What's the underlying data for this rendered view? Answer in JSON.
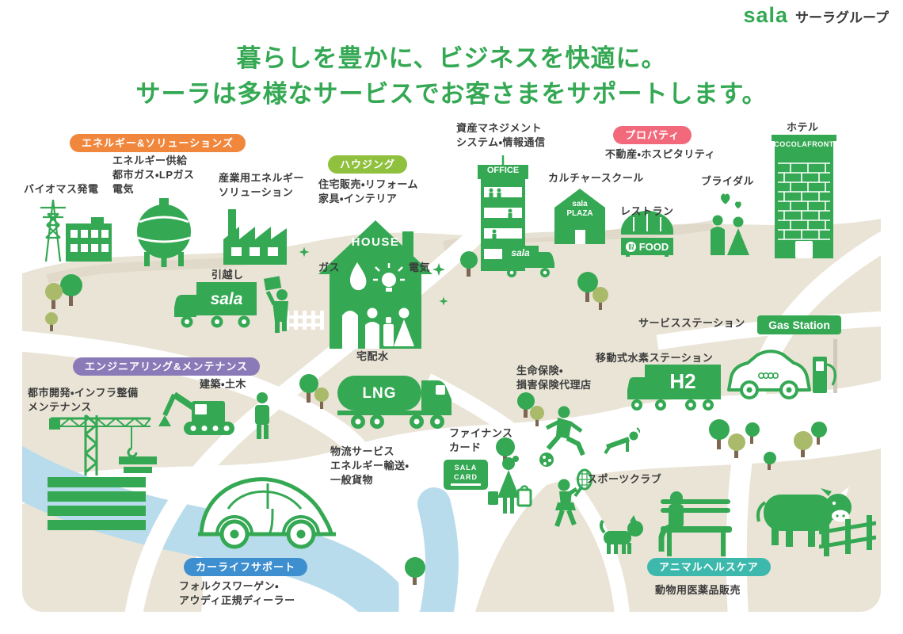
{
  "logo": {
    "brand": "sala",
    "group": "サーラグループ"
  },
  "title": {
    "line1": "暮らしを豊かに、ビジネスを快適に。",
    "line2": "サーラは多様なサービスでお客さまをサポートします。"
  },
  "badges": [
    {
      "id": "energy",
      "label": "エネルギー&ソリューションズ",
      "color": "#f0873c"
    },
    {
      "id": "housing",
      "label": "ハウジング",
      "color": "#8fc13e"
    },
    {
      "id": "property",
      "label": "プロパティ",
      "color": "#f2697c"
    },
    {
      "id": "engineering",
      "label": "エンジニアリング&メンテナンス",
      "color": "#8a7ab8"
    },
    {
      "id": "carlife",
      "label": "カーライフサポート",
      "color": "#3e8fd0"
    },
    {
      "id": "animal",
      "label": "アニマルヘルスケア",
      "color": "#3cb9ac"
    }
  ],
  "labels": {
    "biomass": "バイオマス発電",
    "energy_supply": "エネルギー供給\n都市ガス・LPガス\n電気",
    "industrial_energy": "産業用エネルギー\nソリューション",
    "housing_services": "住宅販売・リフォーム\n家具・インテリア",
    "asset_management": "資産マネジメント\nシステム・情報通信",
    "property_services": "不動産・ホスピタリティ",
    "culture_school": "カルチャースクール",
    "bridal": "ブライダル",
    "hotel": "ホテル",
    "restaurant": "レストラン",
    "moving": "引越し",
    "gas": "ガス",
    "electricity": "電気",
    "water_delivery": "宅配水",
    "service_station": "サービスステーション",
    "hydrogen_station": "移動式水素ステーション",
    "insurance": "生命保険・\n損害保険代理店",
    "urban_development": "都市開発・インフラ整備\nメンテナンス",
    "construction": "建築・土木",
    "logistics": "物流サービス\nエネルギー輸送・\n一般貨物",
    "finance_card": "ファイナンス\nカード",
    "sports_club": "スポーツクラブ",
    "car_dealer": "フォルクスワーゲン・\nアウディ正規ディーラー",
    "animal_health": "動物用医薬品販売"
  },
  "signs": {
    "office": "OFFICE",
    "sala_plaza": "sala\nPLAZA",
    "food": "FOOD",
    "cocolafront": "COCOLAFRONT",
    "house": "HOUSE",
    "sala_moving": "sala",
    "sala_delivery": "sala",
    "gas_station": "Gas Station",
    "h2": "H2",
    "lng": "LNG",
    "sala_card": "SALA\nCARD"
  },
  "palette": {
    "brand_green": "#34a853",
    "land_beige": "#e9e4d6",
    "river_blue": "#b9dcec",
    "road_white": "#ffffff",
    "tree_olive": "#a9ba6a",
    "trunk_brown": "#7d6652",
    "text_dark": "#3c3c3c"
  }
}
